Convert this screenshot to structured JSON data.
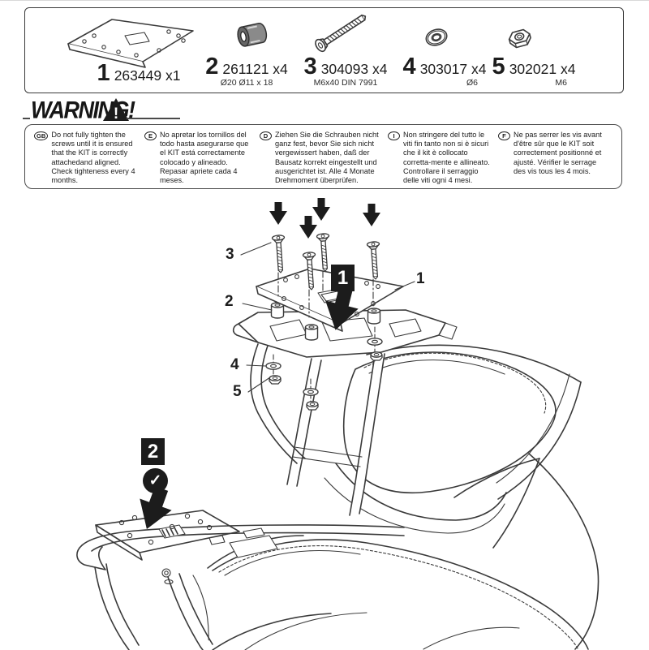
{
  "parts_list": {
    "items": [
      {
        "num": "1",
        "code": "263449 x1",
        "spec": "",
        "icon": "mounting-plate"
      },
      {
        "num": "2",
        "code": "261121 x4",
        "spec": "Ø20 Ø11 x 18",
        "icon": "rubber-spacer"
      },
      {
        "num": "3",
        "code": "304093 x4",
        "spec": "M6x40 DIN 7991",
        "icon": "countersunk-screw"
      },
      {
        "num": "4",
        "code": "303017 x4",
        "spec": "Ø6",
        "icon": "flat-washer"
      },
      {
        "num": "5",
        "code": "302021 x4",
        "spec": "M6",
        "icon": "hex-nut"
      }
    ]
  },
  "warning": {
    "title": "WARNING!",
    "triangle_glyph": "!",
    "notes": [
      {
        "lang": "GB",
        "text": "Do not fully tighten the screws until it is ensured that the KIT is correctly attachedand aligned. Check tighteness every 4 months."
      },
      {
        "lang": "E",
        "text": "No apretar los tornillos del todo hasta asegurarse que el KIT está correctamente colocado y alineado. Repasar apriete cada 4 meses."
      },
      {
        "lang": "D",
        "text": "Ziehen Sie die Schrauben nicht ganz fest, bevor Sie sich nicht vergewissert haben, daß der Bausatz korrekt eingestellt und ausgerichtet ist. Alle 4 Monate Drehmoment überprüfen."
      },
      {
        "lang": "I",
        "text": "Non stringere del tutto le viti fin tanto non si è sicuri che il kit è collocato corretta-mente e allineato. Controllare il serraggio delle viti ogni 4 mesi."
      },
      {
        "lang": "F",
        "text": "Ne pas serrer les vis avant d'être sûr que le KIT soit correctement positionné et ajusté. Vérifier le serrage des vis tous les 4 mois."
      }
    ]
  },
  "diagram": {
    "steps": [
      {
        "badge": "1"
      },
      {
        "badge": "2",
        "check_glyph": "✓"
      }
    ],
    "callouts": [
      {
        "label": "3",
        "part": "screw"
      },
      {
        "label": "1",
        "part": "plate"
      },
      {
        "label": "2",
        "part": "spacer"
      },
      {
        "label": "4",
        "part": "washer"
      },
      {
        "label": "5",
        "part": "nut"
      }
    ]
  },
  "colors": {
    "line": "#3a3a3a",
    "solid_black": "#1c1c1c",
    "plate_fill": "#d6d6d6"
  }
}
